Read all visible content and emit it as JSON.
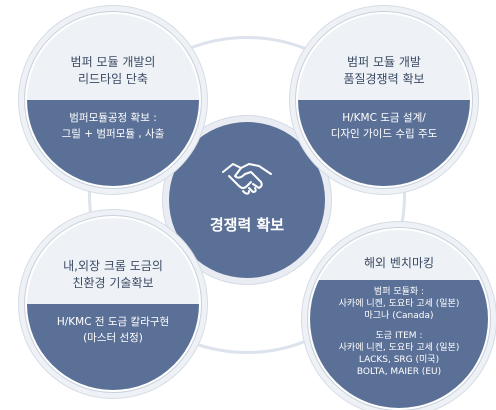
{
  "center": {
    "title": "경쟁력 확보",
    "icon": "handshake-icon"
  },
  "nodes": {
    "top_left": {
      "title": "범퍼 모듈 개발의\n리드타임 단축",
      "body": "범퍼모듈공정 확보 :\n그릴 + 범퍼모듈 , 사출"
    },
    "top_right": {
      "title": "범퍼 모듈 개발\n품질경쟁력 확보",
      "body": "H/KMC 도금 설계/\n디자인 가이드 수립 주도"
    },
    "bottom_left": {
      "title": "내,외장 크롬 도금의\n친환경 기술확보",
      "body": "H/KMC 전 도금 칼라구현\n(마스터 선정)"
    },
    "bottom_right": {
      "title": "해외 벤치마킹",
      "section1_head": "범퍼 모듈화 :",
      "section1_body": "사카에 니켄, 도요타 고세 (일본)\n마그나 (Canada)",
      "section2_head": "도금 ITEM :",
      "section2_body": "사카에 니켄, 도요타 고세 (일본)\nLACKS, SRG (미국)\nBOLTA, MAIER (EU)"
    }
  },
  "colors": {
    "dark": "#5b7096",
    "light": "#eef1f6",
    "ring": "#dde3ec"
  }
}
